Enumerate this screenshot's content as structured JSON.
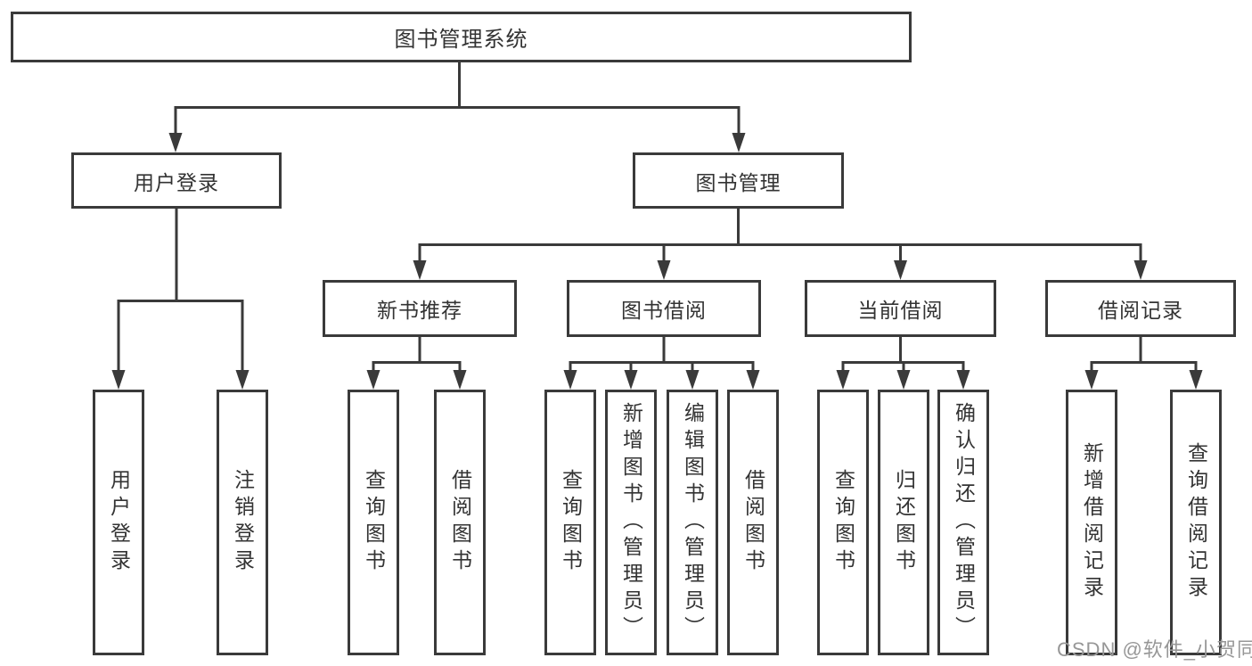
{
  "diagram": {
    "title": "图书管理系统",
    "type": "hierarchy-tree",
    "colors": {
      "line": "#3a3a3a",
      "box_border": "#3a3a3a",
      "text": "#333333",
      "background": "#ffffff",
      "watermark": "#979797"
    },
    "tree": {
      "label": "图书管理系统",
      "children": [
        {
          "label": "用户登录",
          "children": [
            {
              "label": "用户登录"
            },
            {
              "label": "注销登录"
            }
          ]
        },
        {
          "label": "图书管理",
          "children": [
            {
              "label": "新书推荐",
              "children": [
                {
                  "label": "查询图书"
                },
                {
                  "label": "借阅图书"
                }
              ]
            },
            {
              "label": "图书借阅",
              "children": [
                {
                  "label": "查询图书"
                },
                {
                  "label": "新增图书（管理员）"
                },
                {
                  "label": "编辑图书（管理员）"
                },
                {
                  "label": "借阅图书"
                }
              ]
            },
            {
              "label": "当前借阅",
              "children": [
                {
                  "label": "查询图书"
                },
                {
                  "label": "归还图书"
                },
                {
                  "label": "确认归还（管理员）"
                }
              ]
            },
            {
              "label": "借阅记录",
              "children": [
                {
                  "label": "新增借阅记录"
                },
                {
                  "label": "查询借阅记录"
                }
              ]
            }
          ]
        }
      ]
    },
    "watermark": {
      "text": "CSDN @软件_小贺同学"
    }
  }
}
